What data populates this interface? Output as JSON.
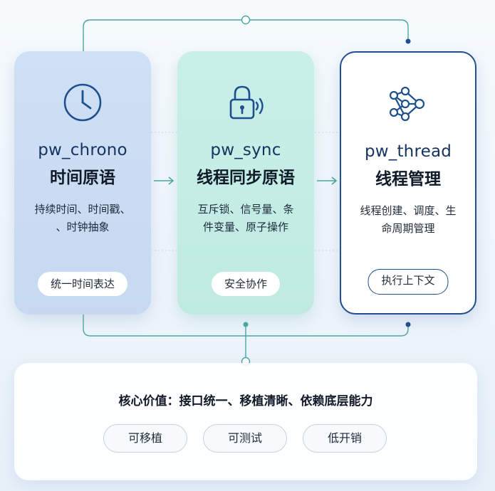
{
  "cards": [
    {
      "name": "pw_chrono",
      "cname": "时间原语",
      "desc_lines": [
        "持续时间、时间戳、",
        "、时钟抽象"
      ],
      "pill": "统一时间表达",
      "icon": "clock-icon"
    },
    {
      "name": "pw_sync",
      "cname": "线程同步原语",
      "desc_lines": [
        "互斥锁、信号量、条",
        "件变量、原子操作"
      ],
      "pill": "安全协作",
      "icon": "lock-signal-icon"
    },
    {
      "name": "pw_thread",
      "cname": "线程管理",
      "desc_lines": [
        "线程创建、调度、生",
        "命周期管理"
      ],
      "pill": "执行上下文",
      "icon": "network-icon"
    }
  ],
  "core": {
    "title": "核心价值：接口统一、移植清晰、依赖底层能力",
    "tags": [
      "可移植",
      "可测试",
      "低开销"
    ]
  },
  "colors": {
    "navy": "#1e4f8f",
    "chrono_bg": "#c6d9f1",
    "sync_bg": "#bfeae2",
    "connector": "#4aa6a0"
  }
}
